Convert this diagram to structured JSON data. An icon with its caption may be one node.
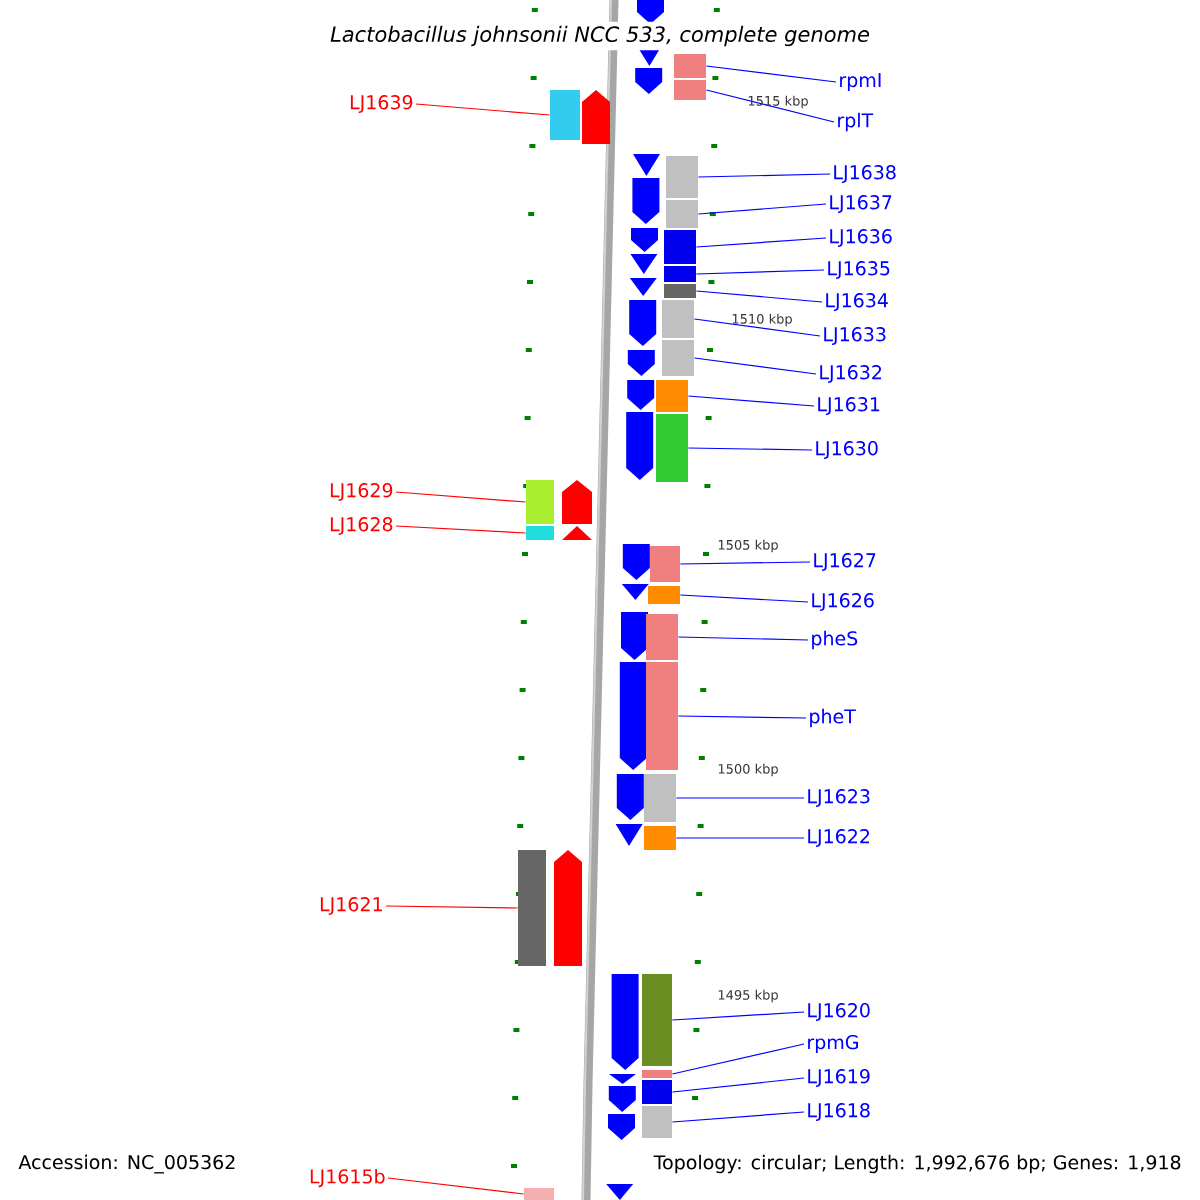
{
  "diagram": {
    "title": "Lactobacillus johnsonii NCC 533, complete genome",
    "nodes": [
      {
        "text": [
          "LJ1639"
        ]
      },
      {
        "text": [],
        "shape": "bar"
      },
      {
        "text": [
          "rpmI"
        ]
      },
      {
        "text": [],
        "shape": "bar"
      },
      {
        "text": [
          "rplT"
        ]
      },
      {
        "text": [],
        "shape": "bar"
      },
      {
        "text": [
          "LJ1638"
        ]
      },
      {
        "text": [],
        "shape": "bar"
      },
      {
        "text": [
          "LJ1637"
        ]
      },
      {
        "text": [],
        "shape": "bar"
      },
      {
        "text": [
          "LJ1636"
        ]
      },
      {
        "text": [],
        "shape": "bar"
      },
      {
        "text": [
          "LJ1635"
        ]
      },
      {
        "text": [],
        "shape": "bar"
      },
      {
        "text": [
          "LJ1634"
        ]
      },
      {
        "text": [],
        "shape": "bar"
      },
      {
        "text": [
          "LJ1633"
        ]
      },
      {
        "text": [],
        "shape": "bar"
      },
      {
        "text": [
          "LJ1632"
        ]
      },
      {
        "text": [],
        "shape": "bar"
      },
      {
        "text": [
          "LJ1631"
        ]
      },
      {
        "text": [],
        "shape": "bar"
      },
      {
        "text": [
          "LJ1630"
        ]
      },
      {
        "text": [],
        "shape": "bar"
      },
      {
        "text": [
          "LJ1629"
        ]
      },
      {
        "text": [],
        "shape": "bar"
      },
      {
        "text": [
          "LJ1628"
        ]
      },
      {
        "text": [],
        "shape": "bar"
      },
      {
        "text": [
          "LJ1627"
        ]
      },
      {
        "text": [],
        "shape": "bar"
      },
      {
        "text": [
          "LJ1626"
        ]
      },
      {
        "text": [],
        "shape": "bar"
      },
      {
        "text": [
          "pheS"
        ]
      },
      {
        "text": [],
        "shape": "bar"
      },
      {
        "text": [
          "pheT"
        ]
      },
      {
        "text": [],
        "shape": "bar"
      },
      {
        "text": [
          "LJ1623"
        ]
      },
      {
        "text": [],
        "shape": "bar"
      },
      {
        "text": [
          "LJ1622"
        ]
      },
      {
        "text": [],
        "shape": "bar"
      },
      {
        "text": [
          "LJ1621"
        ]
      },
      {
        "text": [],
        "shape": "bar"
      },
      {
        "text": [
          "LJ1620"
        ]
      },
      {
        "text": [],
        "shape": "bar"
      },
      {
        "text": [
          "rpmG"
        ]
      },
      {
        "text": [],
        "shape": "bar"
      },
      {
        "text": [
          "LJ1619"
        ]
      },
      {
        "text": [],
        "shape": "bar"
      },
      {
        "text": [
          "LJ1618"
        ]
      },
      {
        "text": [],
        "shape": "bar"
      },
      {
        "text": [
          "LJ1615b"
        ]
      },
      {
        "text": [],
        "shape": "bar"
      }
    ],
    "edges": [
      {
        "from": 0,
        "to": 1,
        "arrow": "none",
        "color": "#ff0000"
      },
      {
        "from": 2,
        "to": 3,
        "arrow": "none"
      },
      {
        "from": 4,
        "to": 5,
        "arrow": "none"
      },
      {
        "from": 6,
        "to": 7,
        "arrow": "none"
      },
      {
        "from": 8,
        "to": 9,
        "arrow": "none"
      },
      {
        "from": 10,
        "to": 11,
        "arrow": "none"
      },
      {
        "from": 12,
        "to": 13,
        "arrow": "none"
      },
      {
        "from": 14,
        "to": 15,
        "arrow": "none"
      },
      {
        "from": 16,
        "to": 17,
        "arrow": "none"
      },
      {
        "from": 18,
        "to": 19,
        "arrow": "none"
      },
      {
        "from": 20,
        "to": 21,
        "arrow": "none"
      },
      {
        "from": 22,
        "to": 23,
        "arrow": "none"
      },
      {
        "from": 24,
        "to": 25,
        "arrow": "none",
        "color": "#ff0000"
      },
      {
        "from": 26,
        "to": 27,
        "arrow": "none",
        "color": "#ff0000"
      },
      {
        "from": 28,
        "to": 29,
        "arrow": "none"
      },
      {
        "from": 30,
        "to": 31,
        "arrow": "none"
      },
      {
        "from": 32,
        "to": 33,
        "arrow": "none"
      },
      {
        "from": 34,
        "to": 35,
        "arrow": "none"
      },
      {
        "from": 36,
        "to": 37,
        "arrow": "none"
      },
      {
        "from": 38,
        "to": 39,
        "arrow": "none"
      },
      {
        "from": 40,
        "to": 41,
        "arrow": "none",
        "color": "#ff0000"
      },
      {
        "from": 42,
        "to": 43,
        "arrow": "none"
      },
      {
        "from": 44,
        "to": 45,
        "arrow": "none"
      },
      {
        "from": 46,
        "to": 47,
        "arrow": "none"
      },
      {
        "from": 48,
        "to": 49,
        "arrow": "none"
      },
      {
        "from": 50,
        "to": 51,
        "arrow": "none",
        "color": "#ff0000"
      }
    ],
    "labels": [
      "1515 kbp",
      "1510 kbp",
      "1505 kbp",
      "1500 kbp",
      "1495 kbp",
      "Accession: NC_005362",
      "Topology: circular; Length: 1,992,676 bp; Genes: 1,918"
    ]
  }
}
